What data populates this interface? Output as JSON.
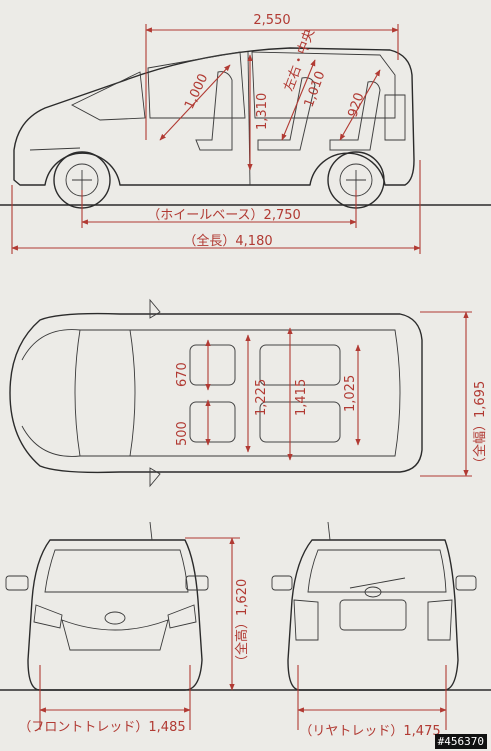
{
  "side_view": {
    "overall_height": "2,550",
    "headroom_front": "1,000",
    "interior_height": "1,310",
    "lateral_center": "左右・中央",
    "headroom_center": "1,010",
    "headroom_rear": "920",
    "wheelbase": "（ホイールベース）2,750",
    "overall_length": "（全長）4,180"
  },
  "top_view": {
    "front_seat_width": "670",
    "front_seat_gap": "500",
    "cabin_width_1": "1,225",
    "cabin_width_2": "1,415",
    "cabin_width_3": "1,025",
    "overall_width": "（全幅）1,695"
  },
  "front_view": {
    "overall_height": "（全高）1,620",
    "front_tread": "（フロントトレッド）1,485"
  },
  "rear_view": {
    "rear_tread": "（リヤトレッド）1,475"
  },
  "watermark": "#456370",
  "colors": {
    "dimension": "#b13a33",
    "line": "#2b2b2b",
    "paper": "#ecebe7"
  }
}
